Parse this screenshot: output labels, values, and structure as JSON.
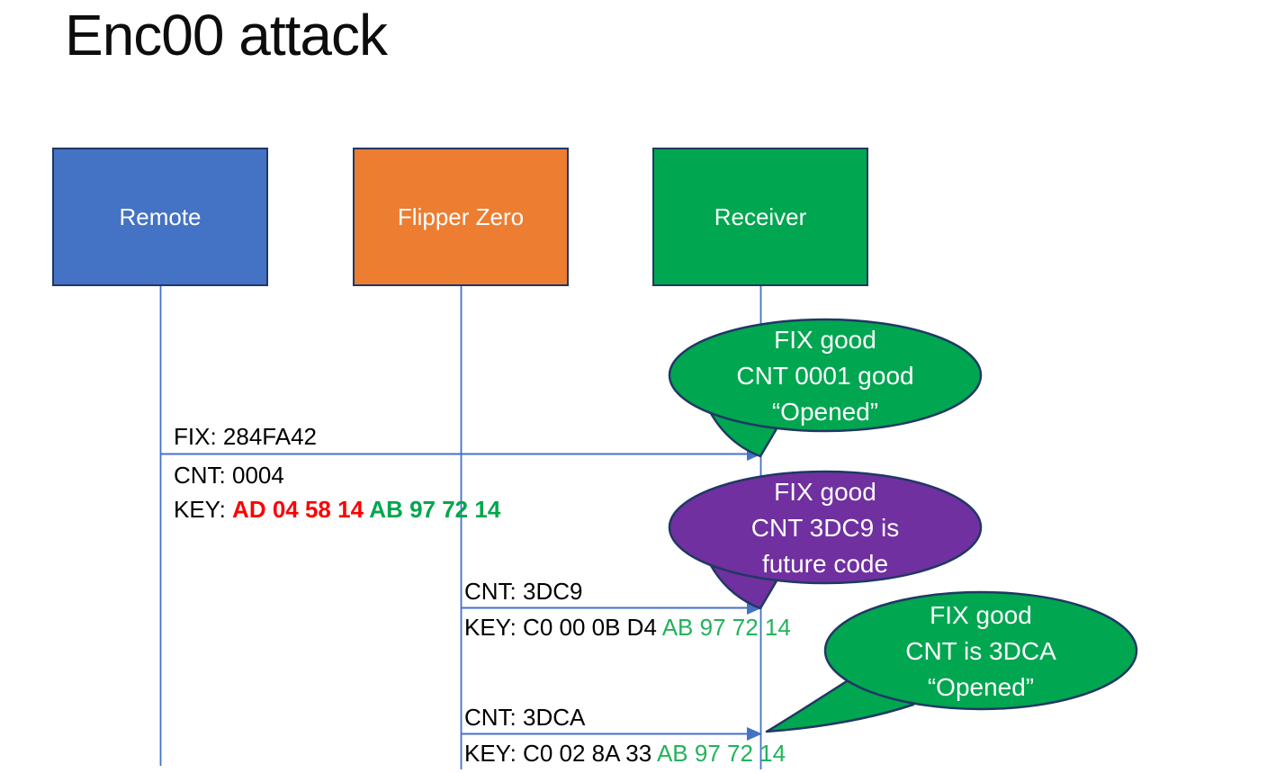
{
  "title": "Enc00 attack",
  "actors": [
    {
      "name": "Remote",
      "fill": "#4472C4"
    },
    {
      "name": "Flipper Zero",
      "fill": "#ED7D31"
    },
    {
      "name": "Receiver",
      "fill": "#00A650"
    }
  ],
  "messages": {
    "m1": {
      "fix": "FIX: 284FA42",
      "cnt": "CNT: 0004",
      "key_prefix": "KEY: ",
      "key_red": "AD 04 58 14 ",
      "key_green": "AB 97 72 14"
    },
    "m2": {
      "cnt": "CNT: 3DC9",
      "key_prefix": "KEY: C0 00 0B D4 ",
      "key_green": "AB 97 72 14"
    },
    "m3": {
      "cnt": "CNT: 3DCA",
      "key_prefix": "KEY: C0 02 8A 33 ",
      "key_green": "AB 97 72 14"
    }
  },
  "callouts": {
    "c1": {
      "lines": [
        "FIX good",
        "CNT 0001 good",
        "“Opened”"
      ],
      "fill": "#00A650"
    },
    "c2": {
      "lines": [
        "FIX good",
        "CNT 3DC9 is",
        "future code"
      ],
      "fill": "#7030A0"
    },
    "c3": {
      "lines": [
        "FIX good",
        "CNT is 3DCA",
        "“Opened”"
      ],
      "fill": "#00A650"
    }
  },
  "colors": {
    "actor_border": "#203864",
    "remote_fill": "#4472C4",
    "flipper_fill": "#ED7D31",
    "receiver_fill": "#00A650",
    "callout_green": "#00A650",
    "callout_purple": "#7030A0",
    "line_blue": "#4472C4",
    "key_red_text": "#FF0000",
    "key_green_text": "#00B050",
    "title_text": "#0d0d0d"
  }
}
